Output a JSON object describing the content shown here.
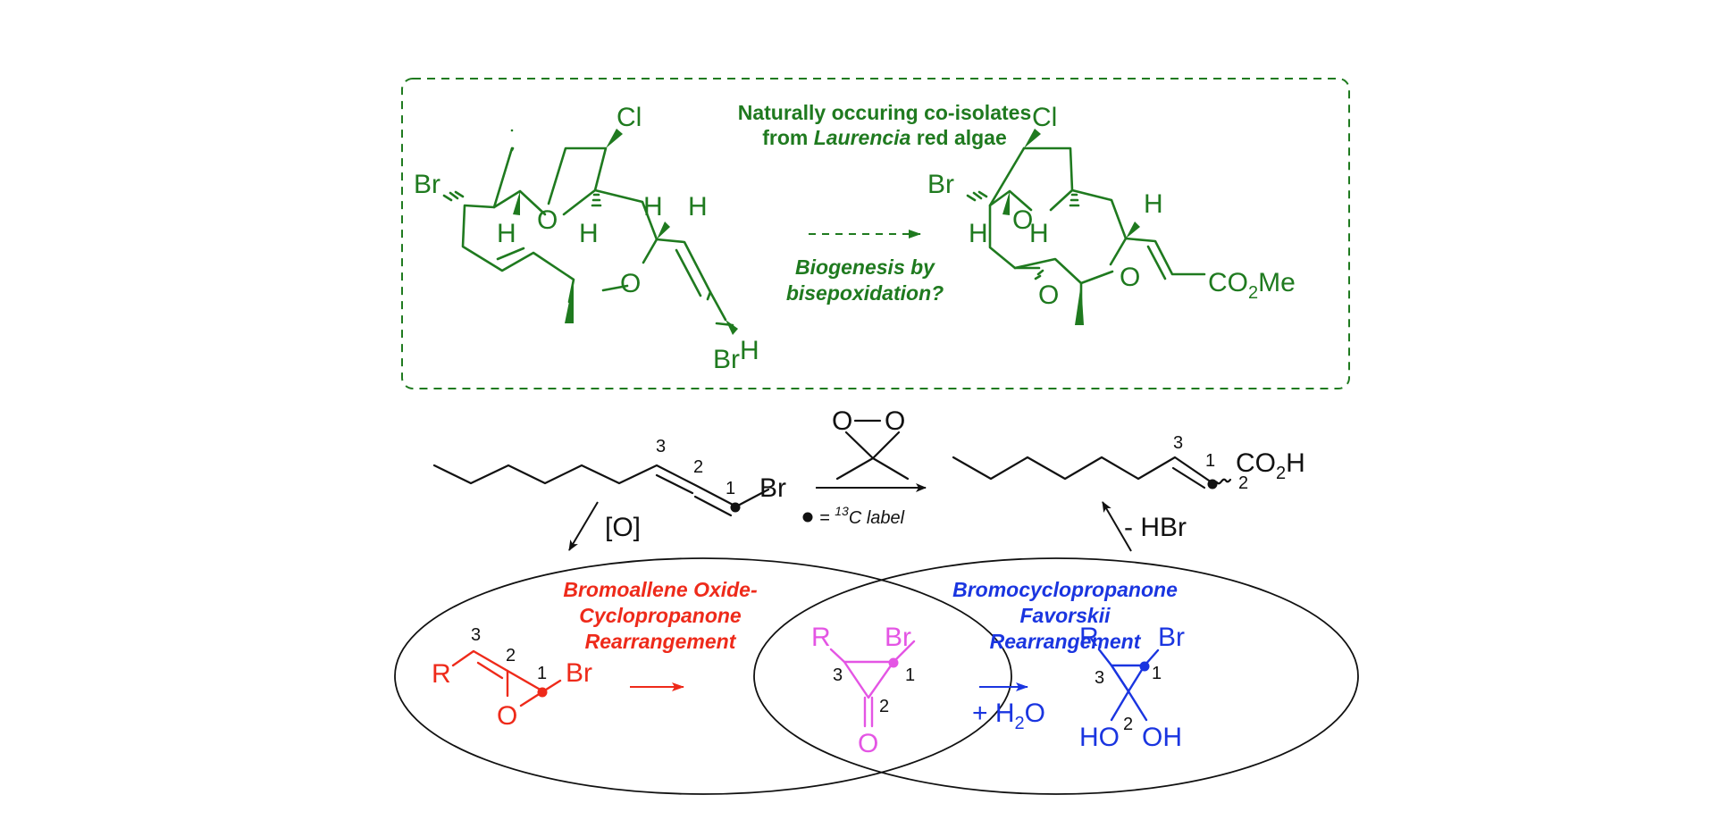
{
  "colors": {
    "natural_products": "#1f7a1f",
    "bromoallene_oxide": "#ee2a1a",
    "cyclopropanone": "#e455e4",
    "favorskii": "#1a35e0",
    "default": "#111111"
  },
  "top_box": {
    "caption_line1": "Naturally occuring co-isolates",
    "caption_line2_pre": "from ",
    "caption_line2_italic": "Laurencia",
    "caption_line2_post": " red algae",
    "arrow_label_line1": "Biogenesis by",
    "arrow_label_line2": "bisepoxidation?",
    "left_molecule": {
      "atoms": [
        "Cl",
        "Br",
        "H",
        "O",
        "H",
        "H",
        "H",
        "O",
        "Br",
        "H"
      ]
    },
    "right_molecule": {
      "atoms": [
        "Cl",
        "Br",
        "H",
        "O",
        "H",
        "H",
        "O",
        "O",
        "CO",
        "2",
        "Me"
      ]
    }
  },
  "middle": {
    "bromoallene": {
      "label_3": "3",
      "label_2": "2",
      "label_1": "1",
      "atom_br": "Br"
    },
    "reagent": {
      "o1": "O",
      "o2": "O"
    },
    "legend": {
      "bullet": "•",
      "eq": " = ",
      "sup": "13",
      "text": "C label"
    },
    "acid": {
      "label_3": "3",
      "label_1": "1",
      "label_2": "2",
      "co": "CO",
      "sub": "2",
      "h": "H"
    },
    "oxidation_label": "[O]",
    "elimination_label": "- HBr"
  },
  "bottom": {
    "left_title": [
      "Bromoallene Oxide-",
      "Cyclopropanone",
      "Rearrangement"
    ],
    "right_title": [
      "Bromocyclopropanone",
      "Favorskii",
      "Rearrangement"
    ],
    "allene_oxide": {
      "r": "R",
      "label_3": "3",
      "label_2": "2",
      "label_1": "1",
      "br": "Br",
      "o": "O"
    },
    "cyclopropanone": {
      "r": "R",
      "br": "Br",
      "label_3": "3",
      "label_1": "1",
      "label_2": "2",
      "o": "O"
    },
    "water": {
      "plus": "+ H",
      "sub": "2",
      "o": "O"
    },
    "hydrate": {
      "r": "R",
      "br": "Br",
      "label_3": "3",
      "label_1": "1",
      "label_2": "2",
      "ho": "HO",
      "oh": "OH"
    }
  }
}
